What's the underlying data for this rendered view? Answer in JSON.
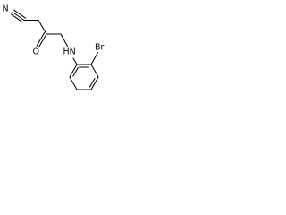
{
  "structure": {
    "atoms": {
      "nitrogen_nitrile": "N",
      "oxygen_carbonyl": "O",
      "amine": "HN",
      "bromine": "Br"
    },
    "colors": {
      "bond": "#000000",
      "label": "#000000",
      "background": "#ffffff"
    }
  }
}
